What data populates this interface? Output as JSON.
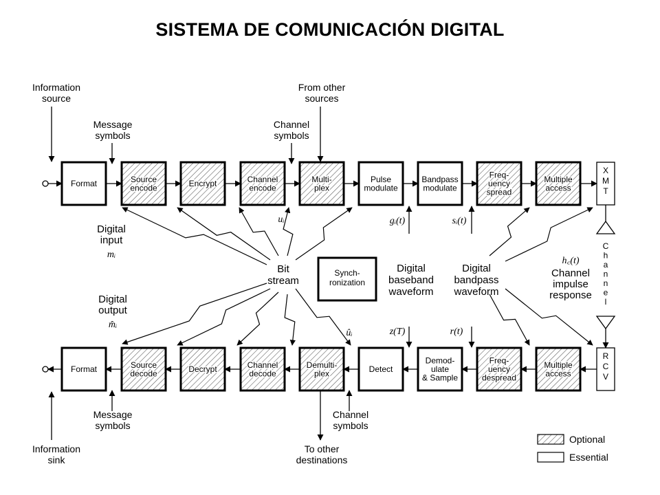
{
  "title": "SISTEMA DE COMUNICACIÓN DIGITAL",
  "tx_blocks": [
    {
      "lines": [
        "Format"
      ],
      "optional": false
    },
    {
      "lines": [
        "Source",
        "encode"
      ],
      "optional": true
    },
    {
      "lines": [
        "Encrypt"
      ],
      "optional": true
    },
    {
      "lines": [
        "Channel",
        "encode"
      ],
      "optional": true
    },
    {
      "lines": [
        "Multi-",
        "plex"
      ],
      "optional": true
    },
    {
      "lines": [
        "Pulse",
        "modulate"
      ],
      "optional": false
    },
    {
      "lines": [
        "Bandpass",
        "modulate"
      ],
      "optional": false
    },
    {
      "lines": [
        "Freq-",
        "uency",
        "spread"
      ],
      "optional": true
    },
    {
      "lines": [
        "Multiple",
        "access"
      ],
      "optional": true
    }
  ],
  "rx_blocks": [
    {
      "lines": [
        "Format"
      ],
      "optional": false
    },
    {
      "lines": [
        "Source",
        "decode"
      ],
      "optional": true
    },
    {
      "lines": [
        "Decrypt"
      ],
      "optional": true
    },
    {
      "lines": [
        "Channel",
        "decode"
      ],
      "optional": true
    },
    {
      "lines": [
        "Demulti-",
        "plex"
      ],
      "optional": true
    },
    {
      "lines": [
        "Detect"
      ],
      "optional": false
    },
    {
      "lines": [
        "Demod-",
        "ulate",
        "& Sample"
      ],
      "optional": false
    },
    {
      "lines": [
        "Freq-",
        "uency",
        "despread"
      ],
      "optional": true
    },
    {
      "lines": [
        "Multiple",
        "access"
      ],
      "optional": true
    }
  ],
  "xmt_letters": [
    "X",
    "M",
    "T"
  ],
  "rcv_letters": [
    "R",
    "C",
    "V"
  ],
  "channel_letters": [
    "C",
    "h",
    "a",
    "n",
    "n",
    "e",
    "l"
  ],
  "sync_block": [
    "Synch-",
    "ronization"
  ],
  "labels": {
    "info_source": [
      "Information",
      "source"
    ],
    "from_other_sources": [
      "From other",
      "sources"
    ],
    "message_symbols_top": [
      "Message",
      "symbols"
    ],
    "channel_symbols_top": [
      "Channel",
      "symbols"
    ],
    "digital_input": [
      "Digital",
      "input"
    ],
    "digital_input_math": "mᵢ",
    "u_i": "uᵢ",
    "g_i": "gᵢ(t)",
    "s_i": "sᵢ(t)",
    "bit_stream": [
      "Bit",
      "stream"
    ],
    "digital_baseband": [
      "Digital",
      "baseband",
      "waveform"
    ],
    "digital_bandpass": [
      "Digital",
      "bandpass",
      "waveform"
    ],
    "h_c": "h꜀(t)",
    "channel_impulse": [
      "Channel",
      "impulse",
      "response"
    ],
    "digital_output": [
      "Digital",
      "output"
    ],
    "digital_output_math": "m̂ᵢ",
    "u_hat_i": "ûᵢ",
    "z_T": "z(T)",
    "r_t": "r(t)",
    "message_symbols_bottom": [
      "Message",
      "symbols"
    ],
    "channel_symbols_bottom": [
      "Channel",
      "symbols"
    ],
    "info_sink": [
      "Information",
      "sink"
    ],
    "to_other_destinations": [
      "To other",
      "destinations"
    ]
  },
  "legend": {
    "optional": "Optional",
    "essential": "Essential"
  }
}
